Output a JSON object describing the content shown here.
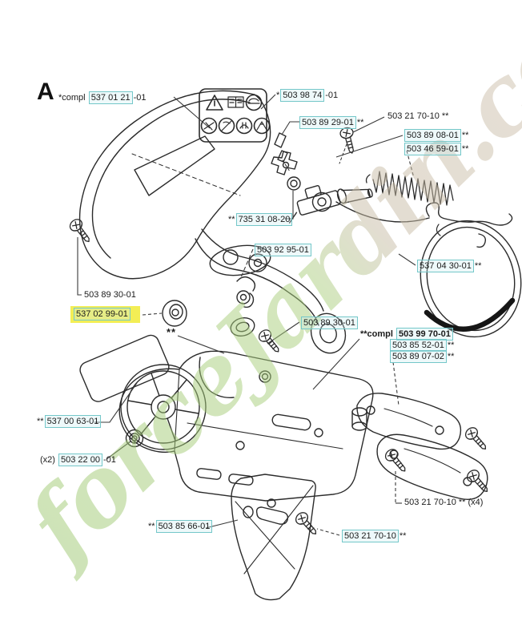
{
  "page": {
    "section_letter": "A"
  },
  "watermark": {
    "text": "forceJardin.com",
    "green": "#a8cf7c",
    "tan": "#ccc0ab"
  },
  "decal": {
    "icons": [
      "warning-triangle-icon",
      "manual-book-icon",
      "helmet-ear-protection-icon",
      "chain-contact-icon",
      "no-one-hand-icon",
      "two-hand-grip-icon",
      "kickback-warning-icon"
    ]
  },
  "labels": {
    "compl_537012101": {
      "pre": "*compl ",
      "num": "537 01 21",
      "post": "-01"
    },
    "l5039874": {
      "pre": "*",
      "num": "503 98 74",
      "post": "-01"
    },
    "l5038929": {
      "pre": "",
      "num": "503 89 29-01",
      "post": "**"
    },
    "l5032170_top": {
      "pre": "",
      "num": "503 21 70-10",
      "post": "**"
    },
    "l5038908": {
      "pre": "",
      "num": "503 89 08-01",
      "post": "**"
    },
    "l5034659": {
      "pre": "",
      "num": "503 46 59-01",
      "post": "**"
    },
    "l7353108": {
      "pre": "**",
      "num": "735 31 08-20",
      "post": ""
    },
    "l5039295": {
      "pre": "",
      "num": "503 92 95-01",
      "post": ""
    },
    "l5370430": {
      "pre": "",
      "num": "537 04 30-01",
      "post": "**"
    },
    "l5038930_left": {
      "pre": "",
      "num": "503 89 30-01",
      "post": ""
    },
    "l5370299": {
      "pre": "",
      "num": "537 02 99-01",
      "post": ""
    },
    "stars_mid": "**",
    "l5038930_right": {
      "pre": "",
      "num": "503 89 30-01",
      "post": ""
    },
    "compl_5039970": {
      "pre": "**compl ",
      "num": "503 99 70-01",
      "post": ""
    },
    "l5038552": {
      "pre": "",
      "num": "503 85 52-01",
      "post": "**"
    },
    "l5038907": {
      "pre": "",
      "num": "503 89 07-02",
      "post": "**"
    },
    "l5370063": {
      "pre": "**",
      "num": "537 00 63-01",
      "post": ""
    },
    "l5032200": {
      "pre": "(x2) ",
      "num": "503 22 00",
      "post": "-01"
    },
    "l5038566": {
      "pre": "**",
      "num": "503 85 66-01",
      "post": ""
    },
    "l5032170_bottom": {
      "pre": "",
      "num": "503 21 70-10",
      "post": "**"
    },
    "l5032170_x4": {
      "pre": "",
      "num": "503 21 70-10",
      "post": "** (x4)"
    }
  }
}
